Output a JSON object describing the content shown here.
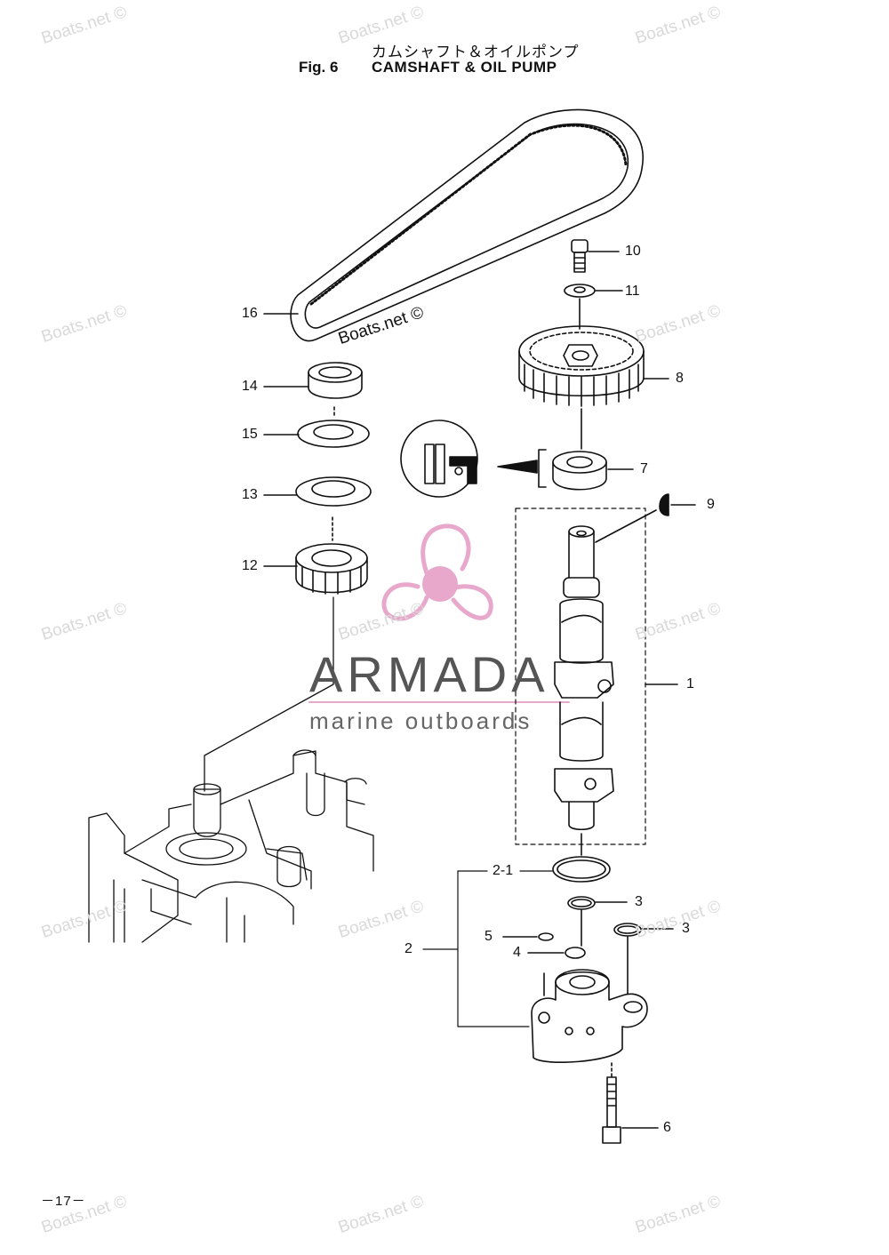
{
  "header": {
    "title_jp": "カムシャフト＆オイルポンプ",
    "fig_label": "Fig. 6",
    "title_en": "CAMSHAFT & OIL PUMP"
  },
  "callouts": [
    "1",
    "2",
    "2-1",
    "3",
    "3",
    "4",
    "5",
    "6",
    "7",
    "8",
    "9",
    "10",
    "11",
    "12",
    "13",
    "14",
    "15",
    "16"
  ],
  "page_number": "－17－",
  "watermark": {
    "text": "Boats.net ©",
    "brand_name": "ARMADA",
    "brand_tagline": "marine outboards",
    "brand_color": "#e8a8cc"
  }
}
